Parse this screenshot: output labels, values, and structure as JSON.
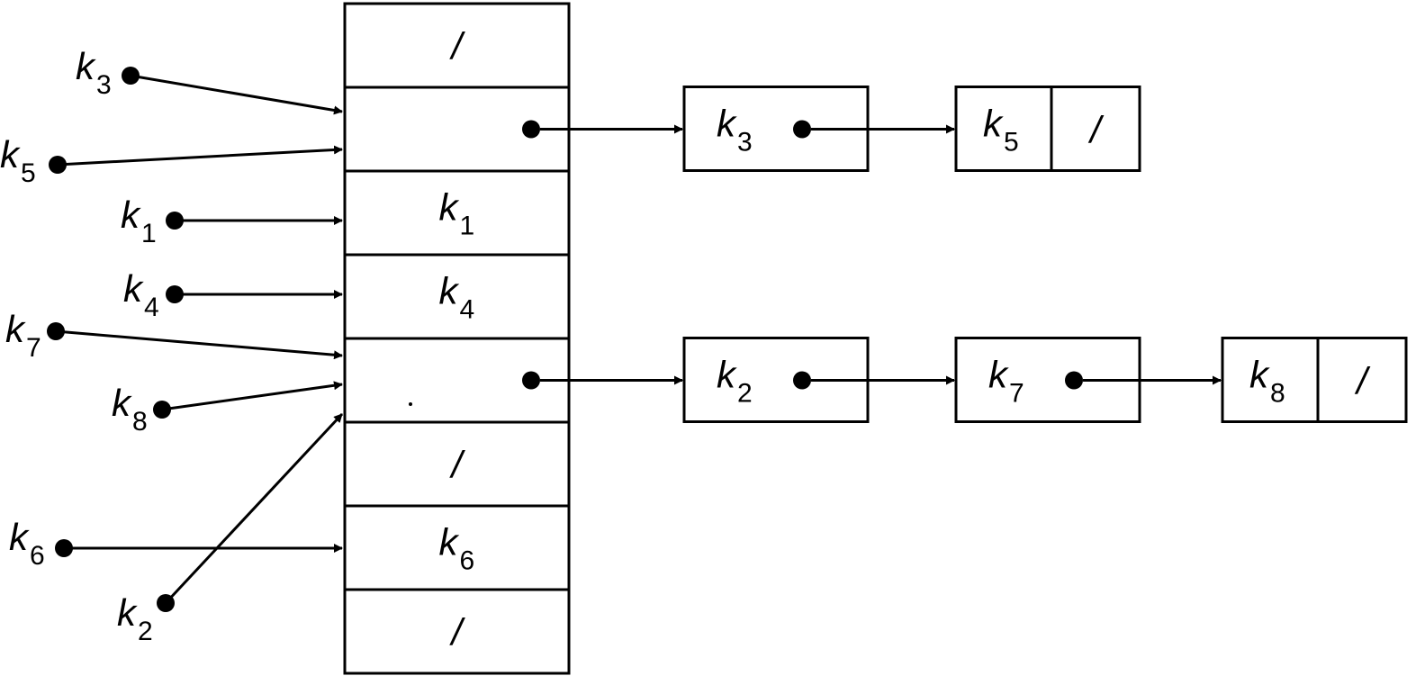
{
  "colors": {
    "ink": "#000000",
    "paper": "#ffffff"
  },
  "null_symbol": "/",
  "table": {
    "slots": [
      {
        "content": "null"
      },
      {
        "content": "pointer",
        "chain": 0
      },
      {
        "content": "key",
        "key": {
          "letter": "k",
          "sub": "1"
        }
      },
      {
        "content": "key",
        "key": {
          "letter": "k",
          "sub": "4"
        }
      },
      {
        "content": "pointer",
        "chain": 1
      },
      {
        "content": "null"
      },
      {
        "content": "key",
        "key": {
          "letter": "k",
          "sub": "6"
        }
      },
      {
        "content": "null"
      }
    ]
  },
  "chains": [
    {
      "nodes": [
        {
          "letter": "k",
          "sub": "3",
          "next": "pointer"
        },
        {
          "letter": "k",
          "sub": "5",
          "next": "null"
        }
      ]
    },
    {
      "nodes": [
        {
          "letter": "k",
          "sub": "2",
          "next": "pointer"
        },
        {
          "letter": "k",
          "sub": "7",
          "next": "pointer"
        },
        {
          "letter": "k",
          "sub": "8",
          "next": "null"
        }
      ]
    }
  ],
  "inputs": [
    {
      "letter": "k",
      "sub": "3",
      "slot": 1
    },
    {
      "letter": "k",
      "sub": "5",
      "slot": 1
    },
    {
      "letter": "k",
      "sub": "1",
      "slot": 2
    },
    {
      "letter": "k",
      "sub": "4",
      "slot": 3
    },
    {
      "letter": "k",
      "sub": "7",
      "slot": 4
    },
    {
      "letter": "k",
      "sub": "8",
      "slot": 4
    },
    {
      "letter": "k",
      "sub": "2",
      "slot": 4
    },
    {
      "letter": "k",
      "sub": "6",
      "slot": 6
    }
  ]
}
